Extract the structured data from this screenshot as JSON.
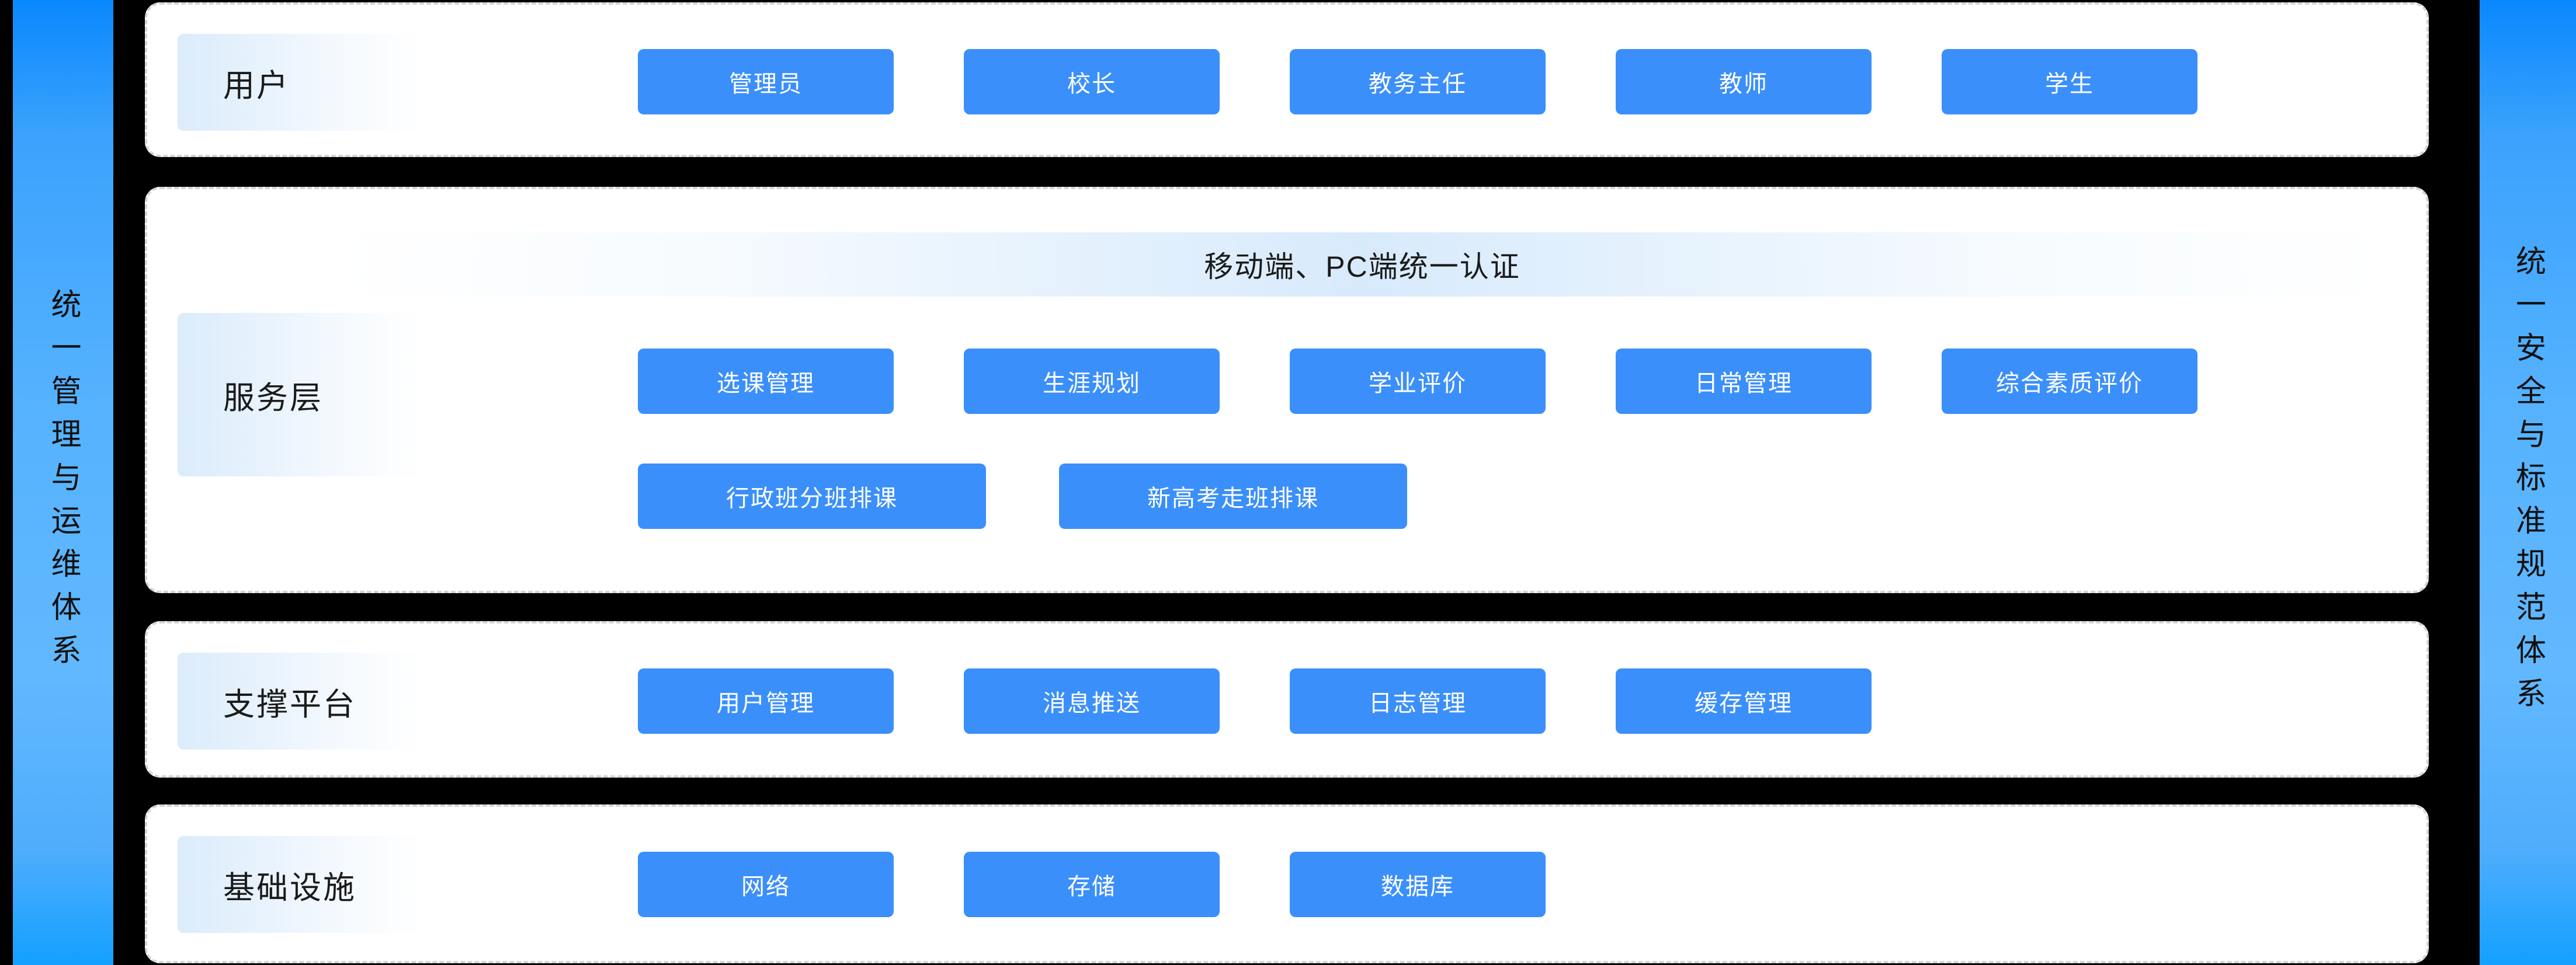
{
  "colors": {
    "pill_blue": "#3b8ffa",
    "panel_bg": "#ffffff",
    "panel_border": "#d2d5d8",
    "canvas_bg": "#000000",
    "ribbon_blue_top": "#0a88fe",
    "ribbon_blue_mid": "#62b8fe",
    "label_chip_start": "#dbecfb"
  },
  "ribbons": {
    "left": "统一管理与运维体系",
    "right": "统一安全与标准规范体系"
  },
  "auth": {
    "banner": "移动端、PC端统一认证"
  },
  "layers": [
    {
      "key": "user",
      "label": "用户",
      "rows": [
        {
          "items": [
            "管理员",
            "校长",
            "教务主任",
            "教师",
            "学生"
          ]
        }
      ]
    },
    {
      "key": "service",
      "label": "服务层",
      "rows": [
        {
          "items": [
            "选课管理",
            "生涯规划",
            "学业评价",
            "日常管理",
            "综合素质评价"
          ]
        },
        {
          "items": [
            "行政班分班排课",
            "新高考走班排课"
          ]
        }
      ]
    },
    {
      "key": "support",
      "label": "支撑平台",
      "rows": [
        {
          "items": [
            "用户管理",
            "消息推送",
            "日志管理",
            "缓存管理"
          ]
        }
      ]
    },
    {
      "key": "infra",
      "label": "基础设施",
      "rows": [
        {
          "items": [
            "网络",
            "存储",
            "数据库"
          ]
        }
      ]
    }
  ]
}
